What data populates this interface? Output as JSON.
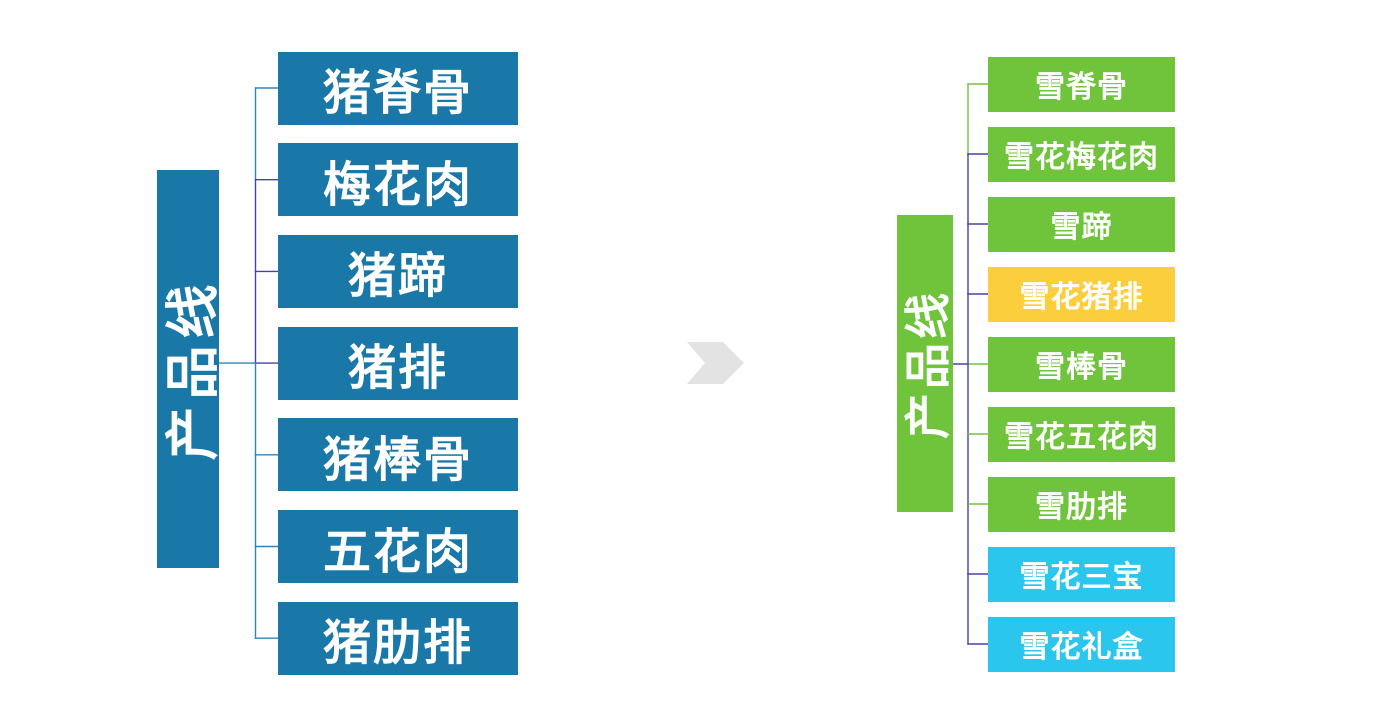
{
  "diagram": {
    "background_color": "#ffffff",
    "arrow": {
      "icon": "chevron-right-arrow-icon",
      "color": "#e3e3e3"
    },
    "left_tree": {
      "root": {
        "label": "产品线",
        "fill": "#1a78a8",
        "text_color": "#ffffff"
      },
      "root_stub_color": "#2e86bb",
      "trunk_segments": [
        "#2e86bb",
        "#4742a8",
        "#4742a8",
        "#2e86bb",
        "#2e86bb",
        "#2e86bb"
      ],
      "items": [
        {
          "label": "猪脊骨",
          "fill": "#1a78a8",
          "text_color": "#ffffff",
          "line_color": "#2e86bb"
        },
        {
          "label": "梅花肉",
          "fill": "#1a78a8",
          "text_color": "#ffffff",
          "line_color": "#4742a8"
        },
        {
          "label": "猪蹄",
          "fill": "#1a78a8",
          "text_color": "#ffffff",
          "line_color": "#4742a8"
        },
        {
          "label": "猪排",
          "fill": "#1a78a8",
          "text_color": "#ffffff",
          "line_color": "#4742a8"
        },
        {
          "label": "猪棒骨",
          "fill": "#1a78a8",
          "text_color": "#ffffff",
          "line_color": "#2e86bb"
        },
        {
          "label": "五花肉",
          "fill": "#1a78a8",
          "text_color": "#ffffff",
          "line_color": "#2e86bb"
        },
        {
          "label": "猪肋排",
          "fill": "#1a78a8",
          "text_color": "#ffffff",
          "line_color": "#2e86bb"
        }
      ]
    },
    "right_tree": {
      "root": {
        "label": "产品线",
        "fill": "#6fc43c",
        "text_color": "#ffffff"
      },
      "root_stub_color": "#4742a8",
      "trunk_segments": [
        "#72c43e",
        "#4742a8",
        "#4742a8",
        "#4742a8",
        "#4742a8",
        "#4742a8",
        "#4742a8",
        "#4742a8"
      ],
      "items": [
        {
          "label": "雪脊骨",
          "fill": "#6fc43c",
          "text_color": "#ffffff",
          "line_color": "#72c43e"
        },
        {
          "label": "雪花梅花肉",
          "fill": "#6fc43c",
          "text_color": "#ffffff",
          "line_color": "#4742a8"
        },
        {
          "label": "雪蹄",
          "fill": "#6fc43c",
          "text_color": "#ffffff",
          "line_color": "#4742a8"
        },
        {
          "label": "雪花猪排",
          "fill": "#fbce3d",
          "text_color": "#ffffff",
          "line_color": "#4742a8"
        },
        {
          "label": "雪棒骨",
          "fill": "#6fc43c",
          "text_color": "#ffffff",
          "line_color": "#72c43e"
        },
        {
          "label": "雪花五花肉",
          "fill": "#6fc43c",
          "text_color": "#ffffff",
          "line_color": "#72c43e"
        },
        {
          "label": "雪肋排",
          "fill": "#6fc43c",
          "text_color": "#ffffff",
          "line_color": "#72c43e"
        },
        {
          "label": "雪花三宝",
          "fill": "#2ac6ee",
          "text_color": "#ffffff",
          "line_color": "#4742a8"
        },
        {
          "label": "雪花礼盒",
          "fill": "#2ac6ee",
          "text_color": "#ffffff",
          "line_color": "#4742a8"
        }
      ]
    }
  }
}
